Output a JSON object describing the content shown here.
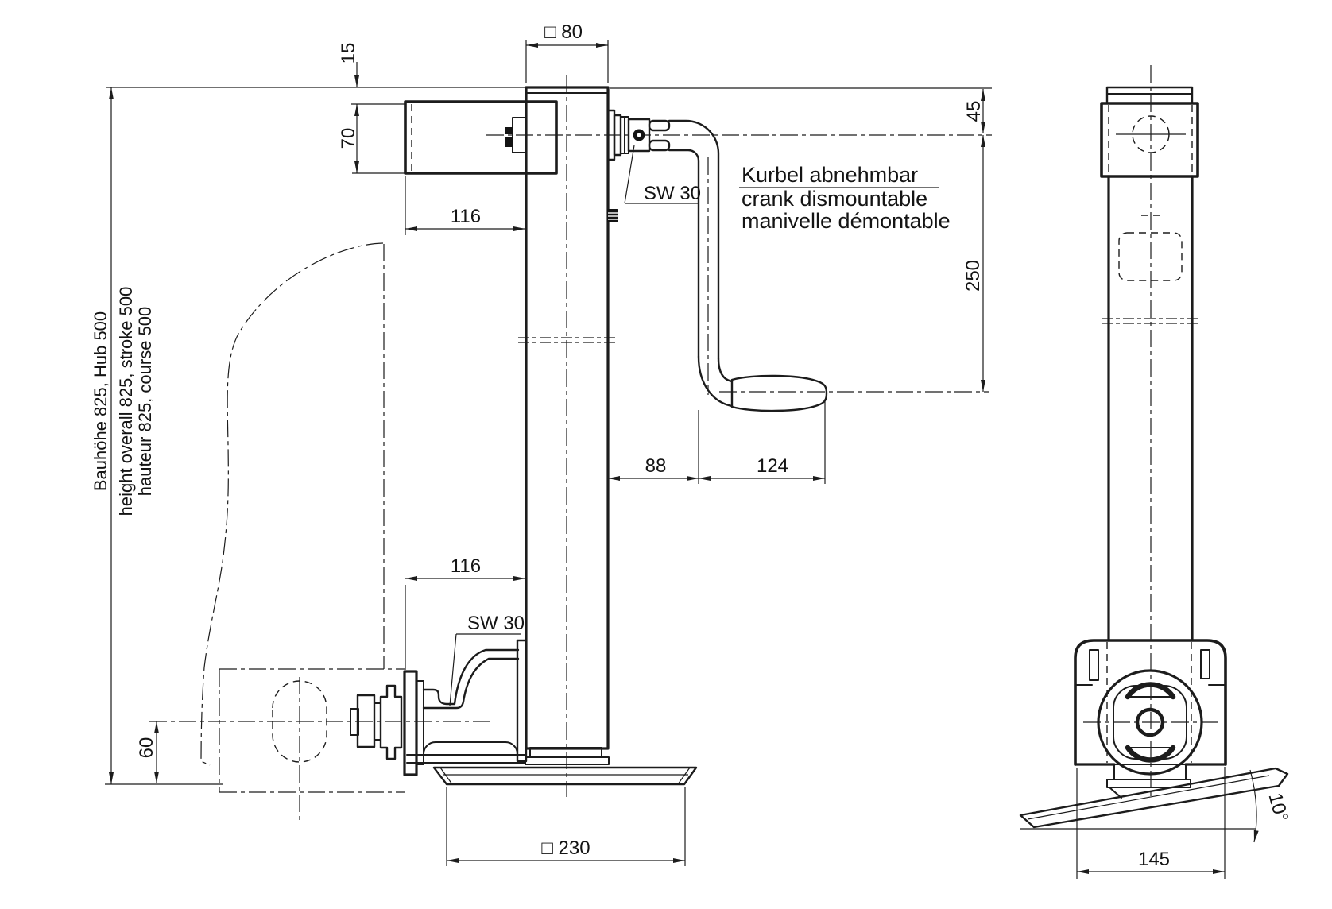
{
  "drawing": {
    "type": "technical-drawing",
    "subject": "trailer landing-gear jack with removable crank",
    "views": [
      "front view with crank",
      "side view with tilting foot"
    ],
    "line_color": "#1c1c1c",
    "background": "#ffffff"
  },
  "notes": {
    "crank": {
      "line1": "Kurbel abnehmbar",
      "line2": "crank dismountable",
      "line3": "manivelle démontable"
    },
    "height": {
      "line1": "Bauhöhe 825, Hub 500",
      "line2": "height overall 825, stroke 500",
      "line3": "hauteur 825, course 500"
    }
  },
  "dims": {
    "tube_width": "□ 80",
    "top_clearance": "15",
    "gearbox_height": "70",
    "gearbox_width_upper": "116",
    "gearbox_width_lower": "116",
    "wrench_upper": "SW 30",
    "wrench_lower": "SW 30",
    "crank_axis_offset": "45",
    "crank_drop": "250",
    "crank_clearance": "88",
    "handle_length": "124",
    "mount_height": "60",
    "foot_plate": "□ 230",
    "bracket_width": "145",
    "foot_angle": "10°"
  }
}
